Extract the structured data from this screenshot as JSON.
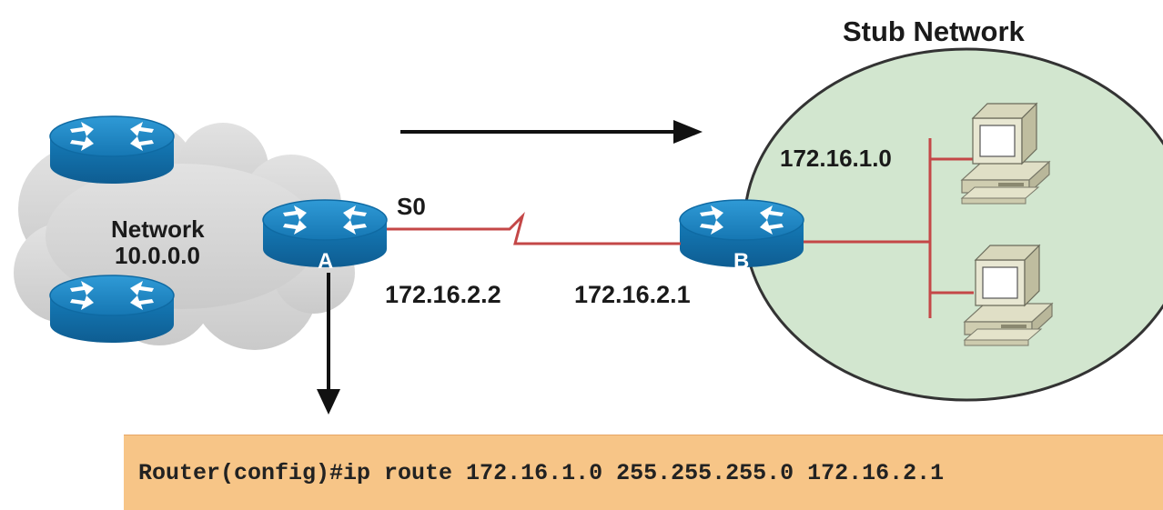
{
  "stub_network": {
    "title": "Stub Network",
    "network_address": "172.16.1.0"
  },
  "network_cloud": {
    "name": "Network",
    "address": "10.0.0.0"
  },
  "router_a": {
    "letter": "A",
    "interface": "S0",
    "serial_ip": "172.16.2.2"
  },
  "router_b": {
    "letter": "B",
    "serial_ip": "172.16.2.1"
  },
  "config": {
    "command": "Router(config)#ip route 172.16.1.0 255.255.255.0 172.16.2.1"
  },
  "colors": {
    "router_blue": "#1a84c4",
    "router_dark": "#0d5b8f",
    "stub_circle": "#d2e6cf",
    "cloud": "#d6d6d6",
    "link_red": "#c44747",
    "config_bg": "#f7c587"
  }
}
